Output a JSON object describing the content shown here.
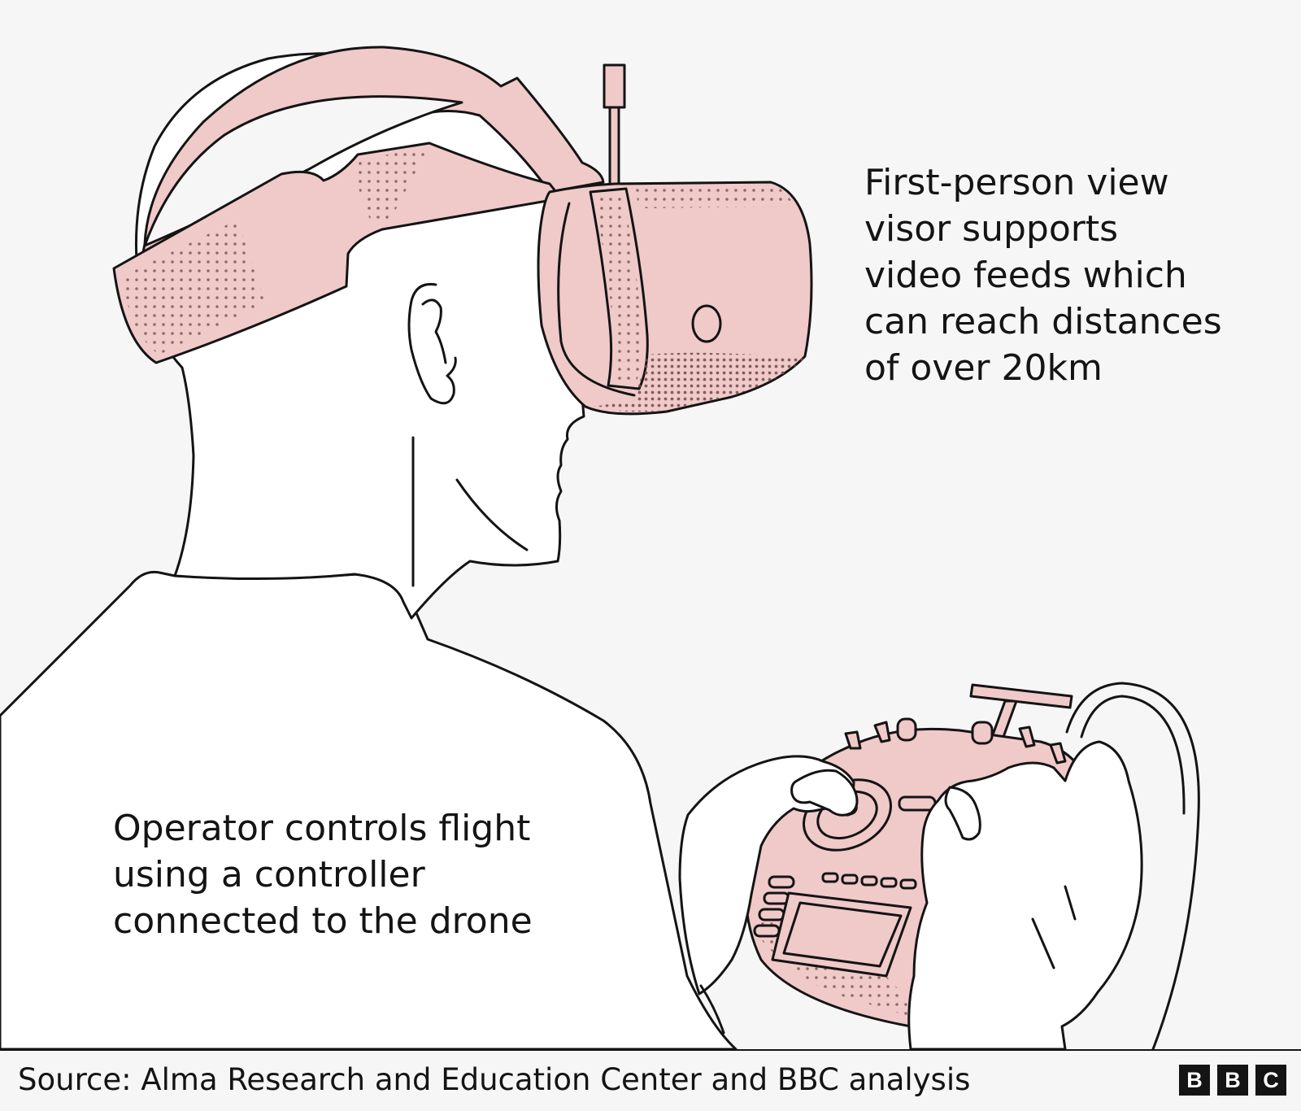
{
  "annotations": {
    "visor_lines": [
      "First-person view",
      "visor supports",
      "video feeds which",
      "can reach distances",
      "of over 20km"
    ],
    "controller_lines": [
      "Operator controls flight",
      "using a controller",
      "connected to the drone"
    ]
  },
  "footer": {
    "source": "Source: Alma Research and Education Center and BBC analysis",
    "logo_letters": [
      "B",
      "B",
      "C"
    ]
  },
  "colors": {
    "background": "#f6f6f6",
    "gear_pink": "#f0c9c9",
    "ink": "#141414",
    "skin": "#ffffff"
  }
}
